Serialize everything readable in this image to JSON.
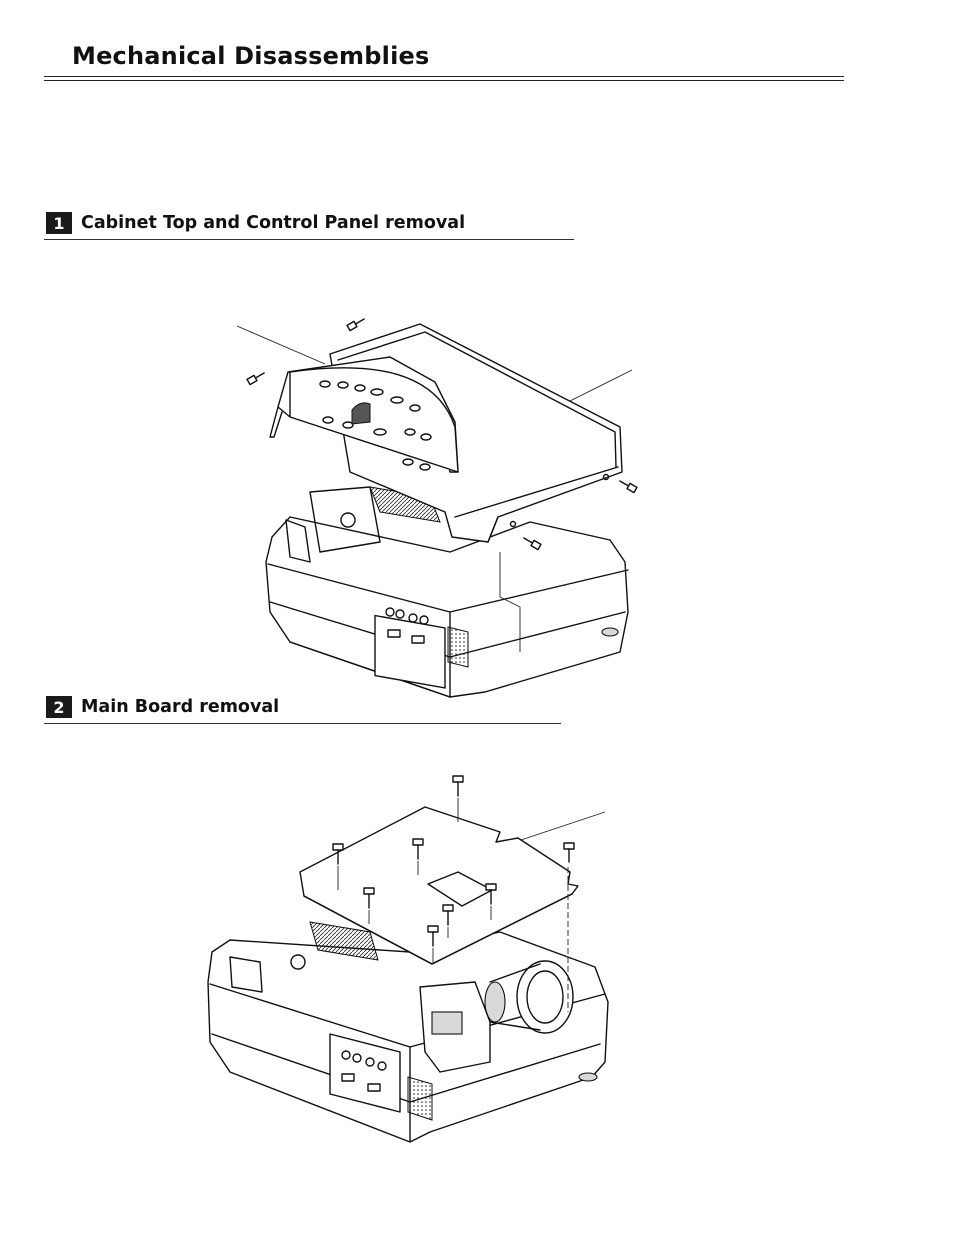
{
  "page": {
    "title": "Mechanical Disassemblies"
  },
  "sections": [
    {
      "number": "1",
      "title": "Cabinet Top and Control Panel removal"
    },
    {
      "number": "2",
      "title": "Main Board removal"
    }
  ]
}
